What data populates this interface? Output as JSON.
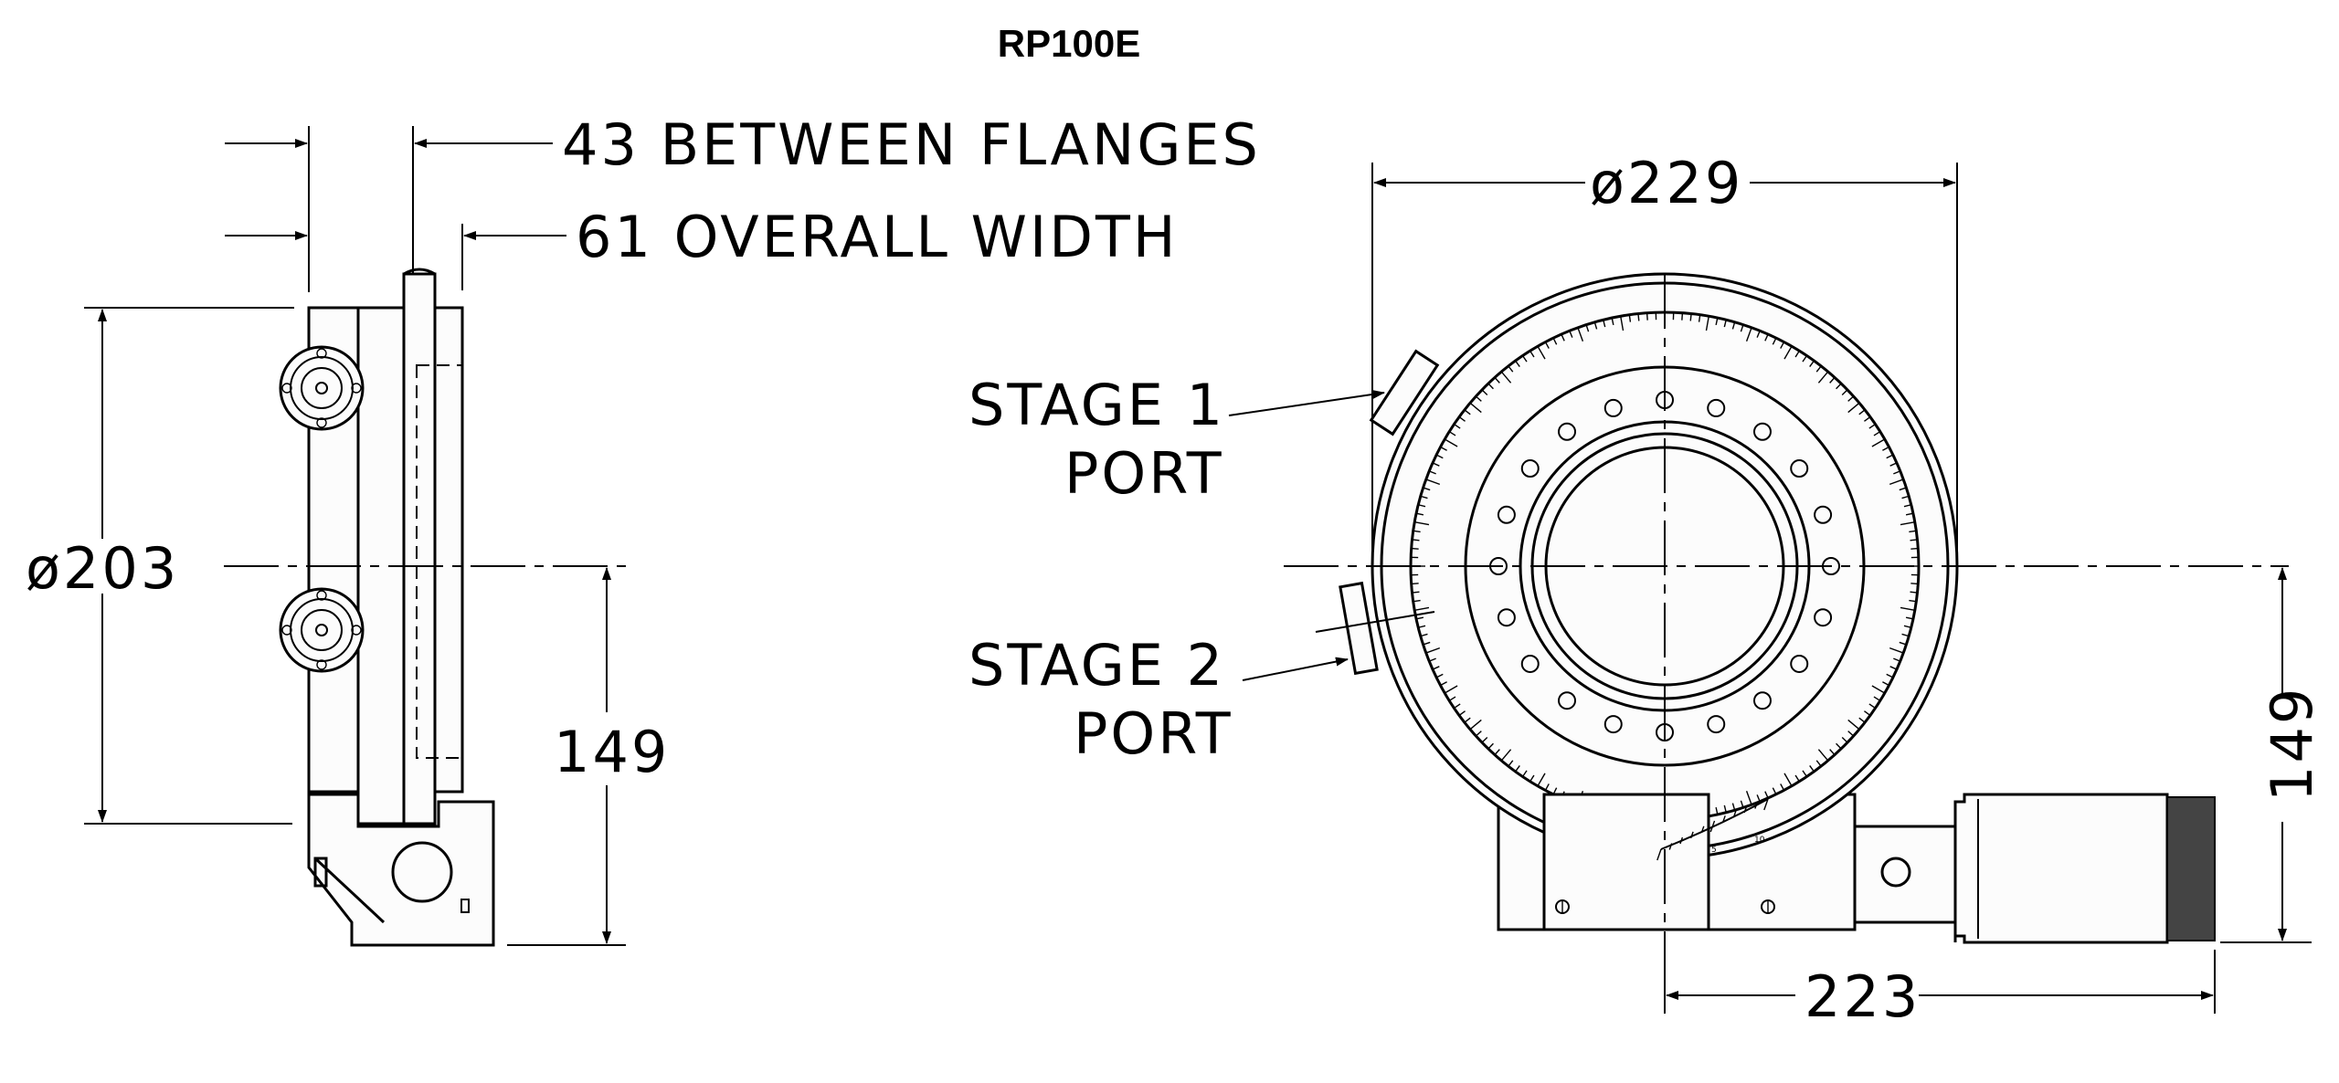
{
  "title": "RP100E",
  "labels": {
    "between_flanges": "43 BETWEEN FLANGES",
    "overall_width": "61 OVERALL WIDTH",
    "dia_203": "ø203",
    "height_149_left": "149",
    "dia_229": "ø229",
    "height_149_right": "149",
    "length_223": "223",
    "stage1_line1": "STAGE 1",
    "stage1_line2": "PORT",
    "stage2_line1": "STAGE 2",
    "stage2_line2": "PORT"
  },
  "scale_labels": [
    "5",
    "10"
  ],
  "colors": {
    "ink": "#000000",
    "paper": "#ffffff",
    "motor_cap": "#444444"
  }
}
